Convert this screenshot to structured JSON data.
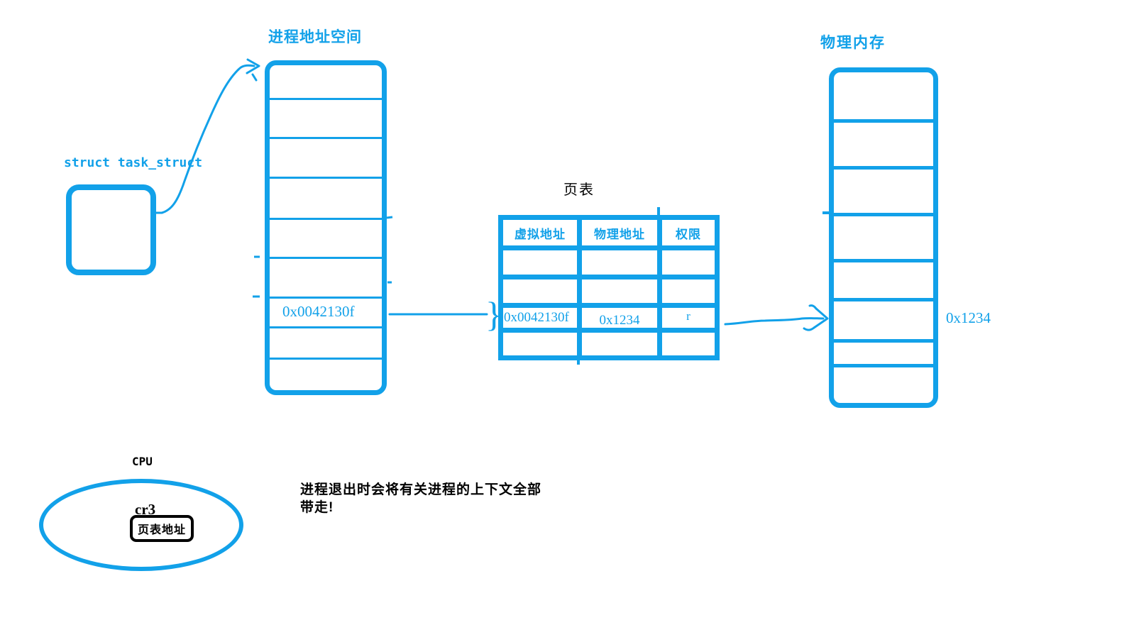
{
  "diagram": {
    "colors": {
      "accent": "#12A1E9",
      "ink": "#000000"
    },
    "titles": {
      "address_space": "进程地址空间",
      "page_table": "页表",
      "physical_memory": "物理内存"
    },
    "task_struct": {
      "label": "struct task_struct"
    },
    "address_space": {
      "highlighted_entry": "0x0042130f"
    },
    "page_table": {
      "headers": [
        "虚拟地址",
        "物理地址",
        "权限"
      ],
      "data_row": {
        "virtual": "0x0042130f",
        "physical": "0x1234",
        "perm": "r"
      }
    },
    "physical_memory": {
      "frame_label": "0x1234"
    },
    "cpu": {
      "label": "CPU",
      "register": "cr3",
      "register_box": "页表地址"
    },
    "note": {
      "line1": "进程退出时会将有关进程的上下文全部",
      "line2": "带走!"
    },
    "icons": {
      "brace_arrowhead": "}"
    }
  }
}
